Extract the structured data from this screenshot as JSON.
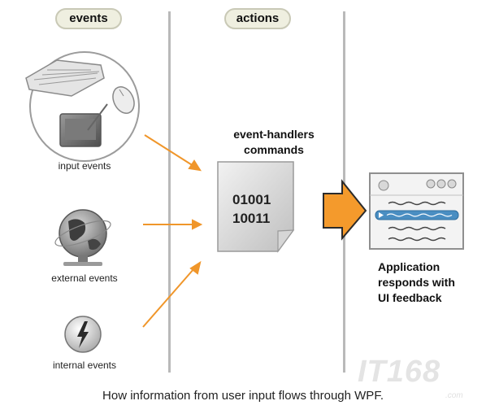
{
  "headers": {
    "events": "events",
    "actions": "actions"
  },
  "labels": {
    "input_events": "input events",
    "external_events": "external events",
    "internal_events": "internal events"
  },
  "handlers": {
    "line1": "event-handlers",
    "line2": "commands"
  },
  "binary": {
    "line1": "01001",
    "line2": "10011"
  },
  "app": {
    "line1": "Application",
    "line2": "responds with",
    "line3": "UI feedback"
  },
  "caption": "How information from user input flows through WPF.",
  "watermark": {
    "logo": "IT168",
    "domain": ".com"
  },
  "colors": {
    "arrow": "#f0962a",
    "header_pill": "#efefe0",
    "divider": "#b9b9b9",
    "ui_highlight": "#4a8ec2"
  }
}
